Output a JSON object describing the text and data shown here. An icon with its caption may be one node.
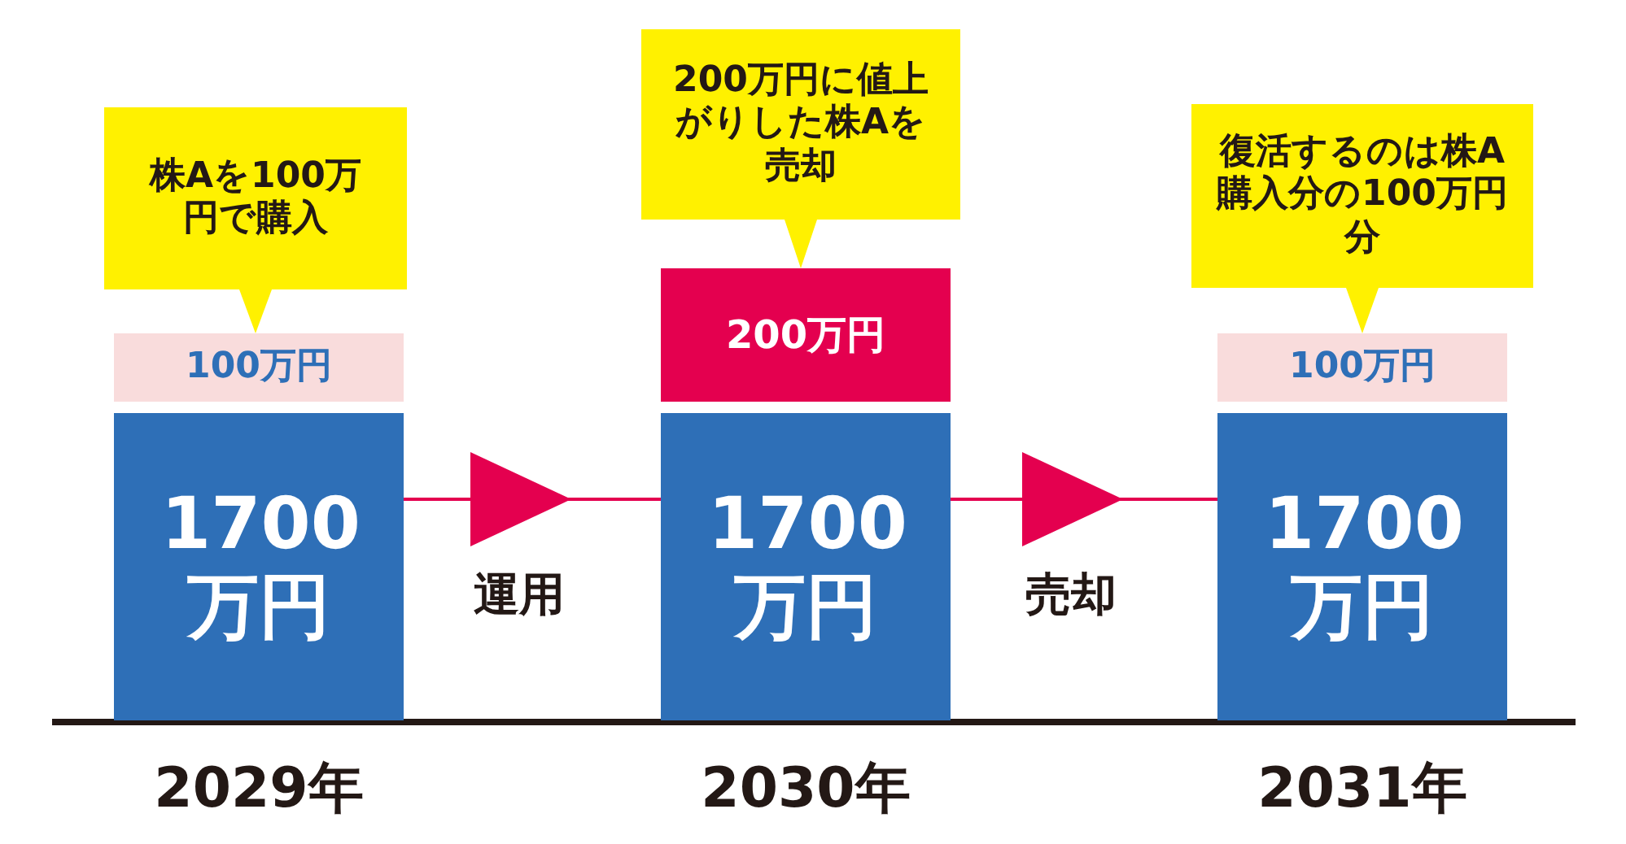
{
  "diagram": {
    "nodes": [
      {
        "text": [
          "株Aを100万円で購入"
        ]
      },
      {
        "text": [
          "100万円"
        ]
      },
      {
        "text": [
          "1700万円"
        ]
      },
      {
        "text": [
          "200万円に値上がりした株Aを売却"
        ]
      },
      {
        "text": [
          "200万円"
        ]
      },
      {
        "text": [
          "1700万円"
        ]
      },
      {
        "text": [
          "復活するのは株A購入分の100万円分"
        ]
      },
      {
        "text": [
          "100万円"
        ]
      },
      {
        "text": [
          "1700万円"
        ]
      }
    ],
    "edges": [
      {
        "from": 0,
        "to": 1,
        "arrow": "to"
      },
      {
        "from": 2,
        "to": 5,
        "arrow": "to",
        "label": "運用",
        "color": "#e4004f"
      },
      {
        "from": 3,
        "to": 4,
        "arrow": "to"
      },
      {
        "from": 5,
        "to": 8,
        "arrow": "to",
        "label": "売却",
        "color": "#e4004f"
      },
      {
        "from": 6,
        "to": 7,
        "arrow": "to"
      }
    ],
    "labels": [
      "2029年",
      "2030年",
      "2031年"
    ]
  }
}
